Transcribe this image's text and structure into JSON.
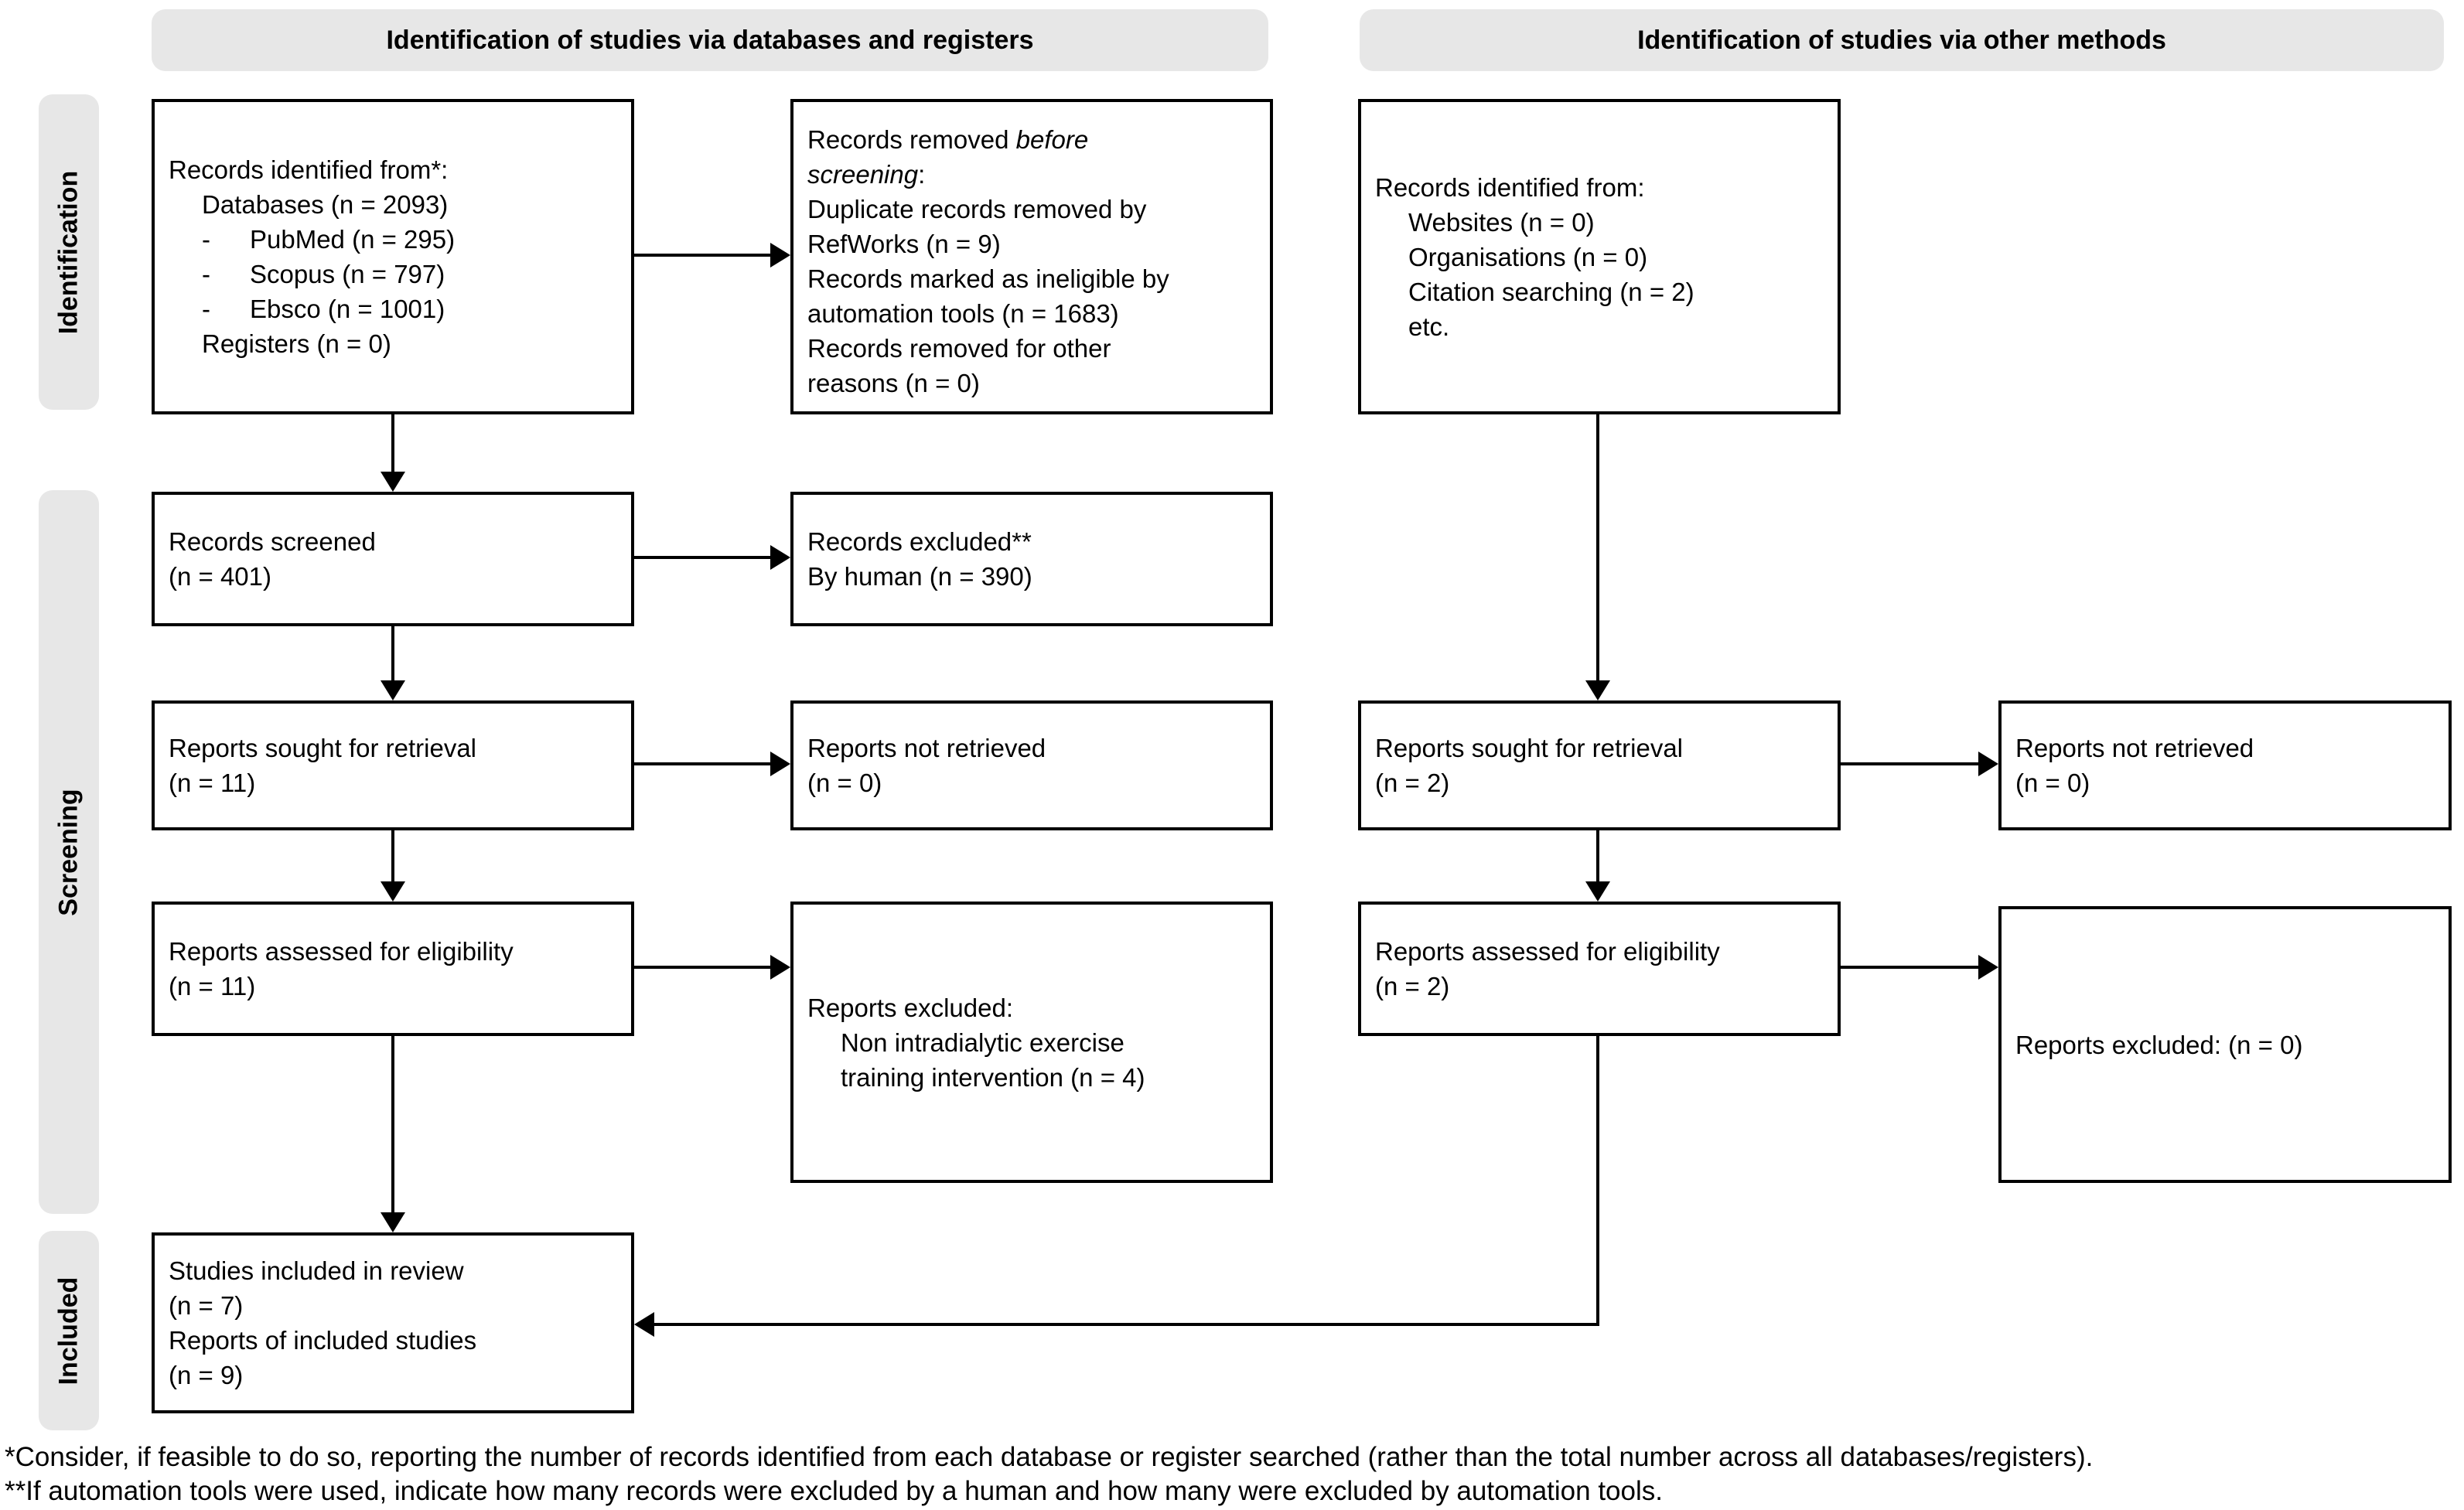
{
  "colors": {
    "bar_fill": "#e7e7e7",
    "box_border": "#000000",
    "arrow": "#000000",
    "text": "#000000",
    "background": "#ffffff"
  },
  "headers": {
    "databases_registers": "Identification of studies via databases and registers",
    "other_methods": "Identification of studies via other methods"
  },
  "sidebar": {
    "identification": "Identification",
    "screening": "Screening",
    "included": "Included"
  },
  "boxes": {
    "a1": {
      "lines": [
        {
          "text": "Records identified from*:"
        },
        {
          "text": "Databases (n = 2093)",
          "indent": 1
        },
        {
          "text": "PubMed (n = 295)",
          "indent": 1,
          "dash": true
        },
        {
          "text": "Scopus (n = 797)",
          "indent": 1,
          "dash": true
        },
        {
          "text": "Ebsco (n = 1001)",
          "indent": 1,
          "dash": true
        },
        {
          "text": "Registers (n = 0)",
          "indent": 1
        }
      ]
    },
    "b1": {
      "lines": [
        {
          "segments": [
            {
              "t": "Records removed "
            },
            {
              "t": "before",
              "i": true
            }
          ]
        },
        {
          "segments": [
            {
              "t": "screening",
              "i": true
            },
            {
              "t": ":"
            }
          ]
        },
        {
          "text": "Duplicate records removed by"
        },
        {
          "text": "RefWorks (n = 9)"
        },
        {
          "text": "Records marked as ineligible by"
        },
        {
          "text": "automation tools (n = 1683)"
        },
        {
          "text": "Records removed for other"
        },
        {
          "text": "reasons (n = 0)"
        }
      ]
    },
    "c1": {
      "lines": [
        {
          "text": "Records identified from:"
        },
        {
          "text": "Websites (n = 0)",
          "indent": 1
        },
        {
          "text": "Organisations (n = 0)",
          "indent": 1
        },
        {
          "text": "Citation searching (n = 2)",
          "indent": 1
        },
        {
          "text": "etc.",
          "indent": 1
        }
      ]
    },
    "a2": {
      "lines": [
        {
          "text": "Records screened"
        },
        {
          "text": "(n = 401)"
        }
      ]
    },
    "b2": {
      "lines": [
        {
          "text": "Records excluded**"
        },
        {
          "text": "By human (n = 390)"
        }
      ]
    },
    "a3": {
      "lines": [
        {
          "text": "Reports sought for retrieval"
        },
        {
          "text": "(n = 11)"
        }
      ]
    },
    "b3": {
      "lines": [
        {
          "text": "Reports not retrieved"
        },
        {
          "text": "(n = 0)"
        }
      ]
    },
    "c3": {
      "lines": [
        {
          "text": "Reports sought for retrieval"
        },
        {
          "text": "(n = 2)"
        }
      ]
    },
    "d3": {
      "lines": [
        {
          "text": "Reports not retrieved"
        },
        {
          "text": "(n = 0)"
        }
      ]
    },
    "a4": {
      "lines": [
        {
          "text": "Reports assessed for eligibility"
        },
        {
          "text": "(n = 11)"
        }
      ]
    },
    "b4": {
      "lines": [
        {
          "text": "Reports excluded:"
        },
        {
          "text": "Non intradialytic exercise",
          "indent": 1
        },
        {
          "text": "training intervention (n = 4)",
          "indent": 1
        }
      ]
    },
    "c4": {
      "lines": [
        {
          "text": "Reports assessed for eligibility"
        },
        {
          "text": "(n = 2)"
        }
      ]
    },
    "d4": {
      "lines": [
        {
          "text": "Reports excluded: (n = 0)"
        }
      ]
    },
    "a5": {
      "lines": [
        {
          "text": "Studies included in review"
        },
        {
          "text": "(n = 7)"
        },
        {
          "text": "Reports of included studies"
        },
        {
          "text": "(n = 9)"
        }
      ]
    }
  },
  "footnotes": {
    "line1": "*Consider, if feasible to do so, reporting the number of records identified from each database or register searched (rather than the total number across all databases/registers).",
    "line2": "**If automation tools were used, indicate how many records were excluded by a human and how many were excluded by automation tools."
  }
}
